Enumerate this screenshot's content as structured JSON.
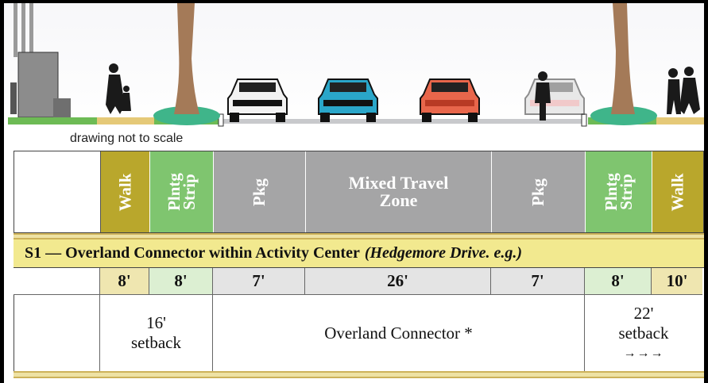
{
  "note": "drawing not to scale",
  "lanes": {
    "walk_left": "Walk",
    "plnt_left": "Plntg Strip",
    "pkg_left": "Pkg",
    "mixed": "Mixed Travel Zone",
    "pkg_right": "Pkg",
    "plnt_right": "Plntg Strip",
    "walk_right": "Walk"
  },
  "title": {
    "main": "S1 — Overland Connector within Activity Center",
    "example": "(Hedgemore Drive. e.g.)"
  },
  "widths": [
    "8'",
    "8'",
    "7'",
    "26'",
    "7'",
    "8'",
    "10'"
  ],
  "zones": {
    "left_setback_value": "16'",
    "left_setback_label": "setback",
    "center_label": "Overland Connector *",
    "right_setback_value": "22'",
    "right_setback_label": "setback",
    "right_arrows": "→→→"
  },
  "colors": {
    "walk": "#b9a72c",
    "planting": "#7fc56f",
    "parking": "#a5a5a6",
    "title_bar": "#f2e98f",
    "ground": "#d3d4d6"
  }
}
